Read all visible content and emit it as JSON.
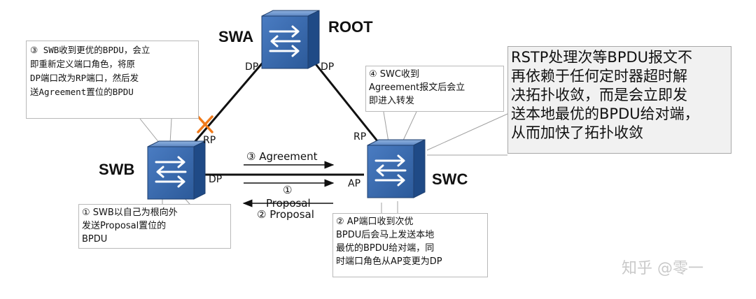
{
  "nodes": {
    "swa": "SWA",
    "root": "ROOT",
    "swb": "SWB",
    "swc": "SWC"
  },
  "ports": {
    "swa_left": "DP",
    "swa_right": "DP",
    "swb_top": "RP",
    "swb_right": "DP",
    "swc_top": "RP",
    "swc_left": "AP"
  },
  "messages": {
    "agreement": "③ Agreement",
    "proposal_num": "①",
    "proposal_1": "Proposal",
    "proposal_2": "② Proposal"
  },
  "callouts": {
    "step3": "③ SWB收到更优的BPDU，会立\n即重新定义端口角色，将原\nDP端口改为RP端口，然后发\n送Agreement置位的BPDU",
    "step4": "④ SWC收到\nAgreement报文后会立\n即进入转发",
    "rstp": "RSTP处理次等BPDU报文不\n再依赖于任何定时器超时解\n决拓扑收敛，而是会立即发\n送本地最优的BPDU给对端，\n从而加快了拓扑收敛",
    "step1": "① SWB以自己为根向外\n发送Proposal置位的\nBPDU",
    "step2": "② AP端口收到次优\nBPDU后会马上发送本地\n最优的BPDU给对端，同\n时端口角色从AP变更为DP"
  },
  "icons": {
    "switch": "switch-icon",
    "blocked": "blocked-x-icon"
  },
  "colors": {
    "switch_body": "#3a6fb5",
    "switch_edge": "#1f3f6e",
    "blocked_mark": "#f07a1a"
  },
  "watermark": "知乎 @零一"
}
